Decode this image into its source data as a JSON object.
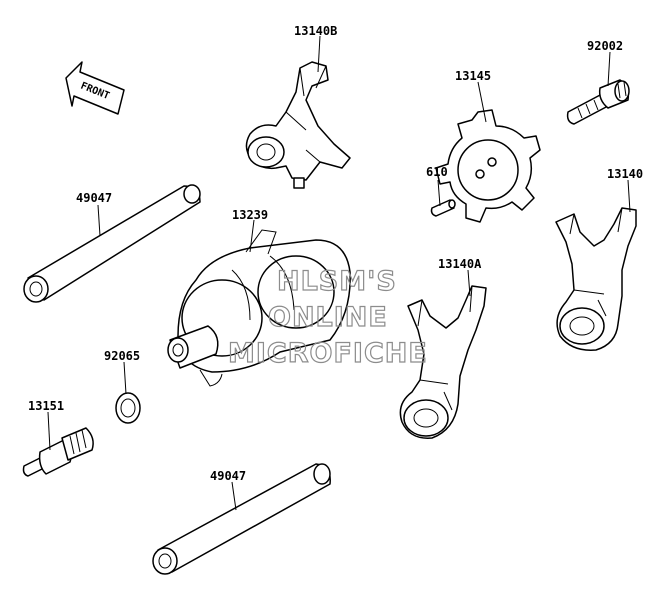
{
  "labels": {
    "fork_b": "13140B",
    "bolt": "92002",
    "cam": "13145",
    "pin": "610",
    "fork_right": "13140",
    "shaft_top": "49047",
    "drum": "13239",
    "fork_a": "13140A",
    "washer": "92065",
    "switch": "13151",
    "shaft_bottom": "49047"
  },
  "front": "FRONT",
  "watermark": {
    "line1": "HLSM'S",
    "line2": "ONLINE",
    "line3": "MICROFICHE"
  },
  "colors": {
    "line": "#000000",
    "watermark": "#8c8c8c",
    "background": "#ffffff"
  }
}
